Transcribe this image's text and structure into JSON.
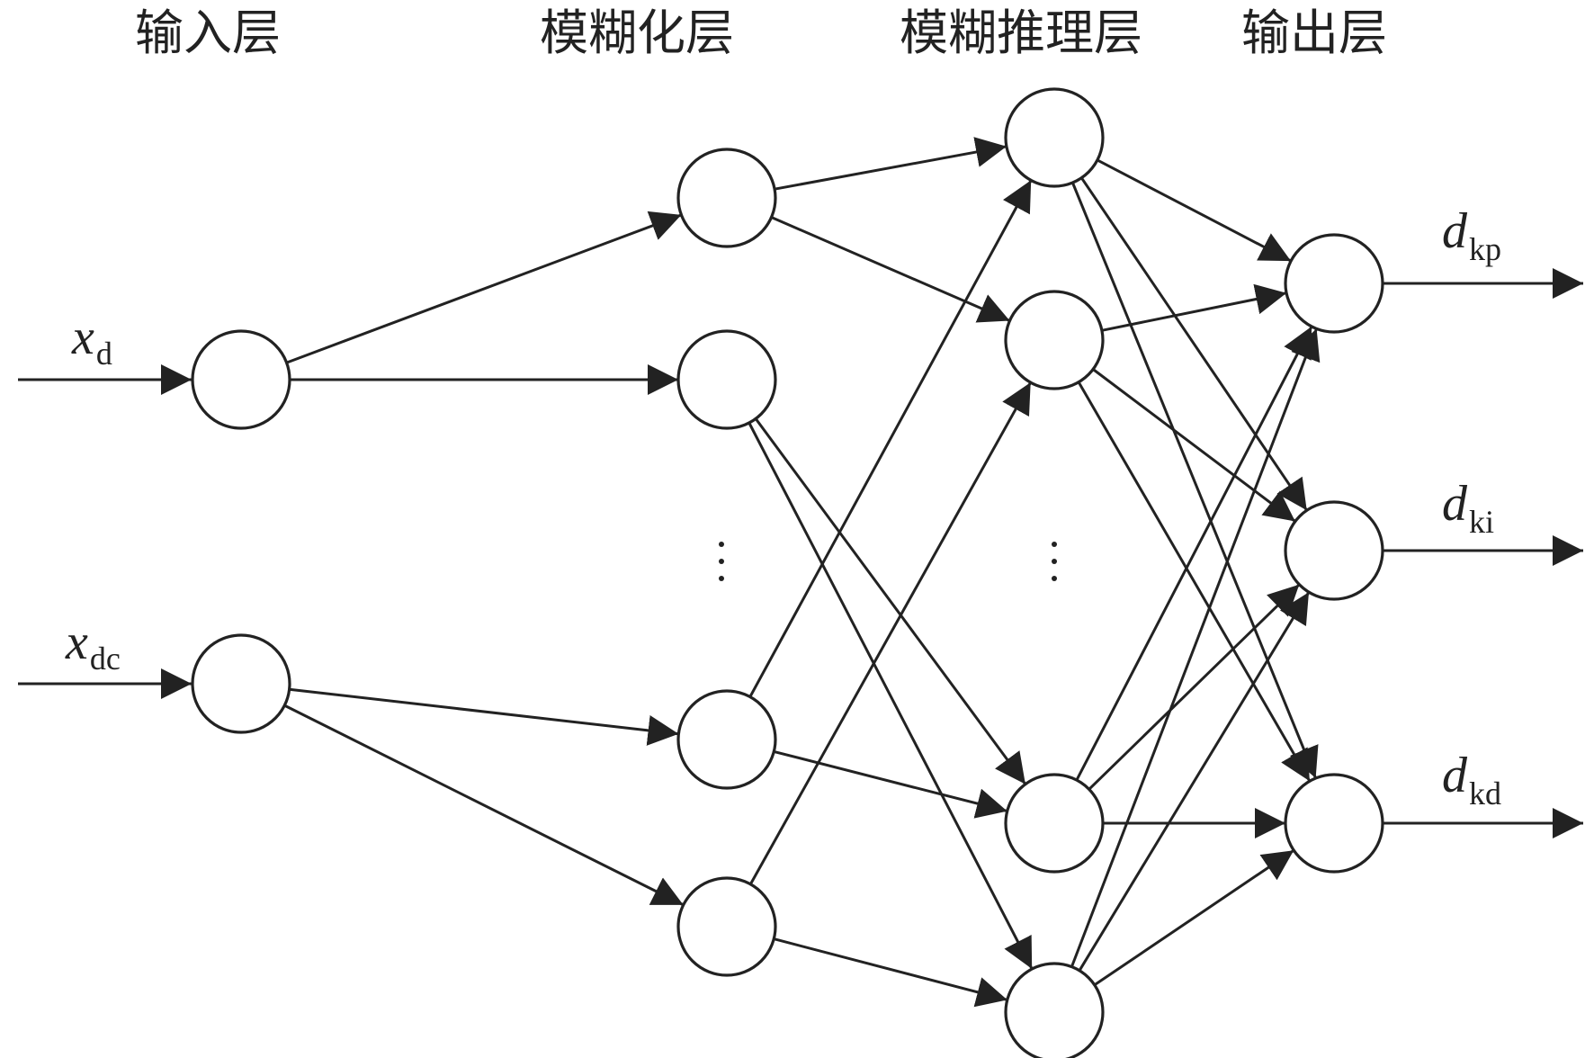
{
  "layers": {
    "input": "输入层",
    "fuzzification": "模糊化层",
    "inference": "模糊推理层",
    "output": "输出层"
  },
  "inputs": [
    {
      "main": "x",
      "sub": "d"
    },
    {
      "main": "x",
      "sub": "dc"
    }
  ],
  "outputs": [
    {
      "main": "d",
      "sub": "kp"
    },
    {
      "main": "d",
      "sub": "ki"
    },
    {
      "main": "d",
      "sub": "kd"
    }
  ],
  "colors": {
    "stroke": "#222222",
    "background": "#ffffff"
  }
}
